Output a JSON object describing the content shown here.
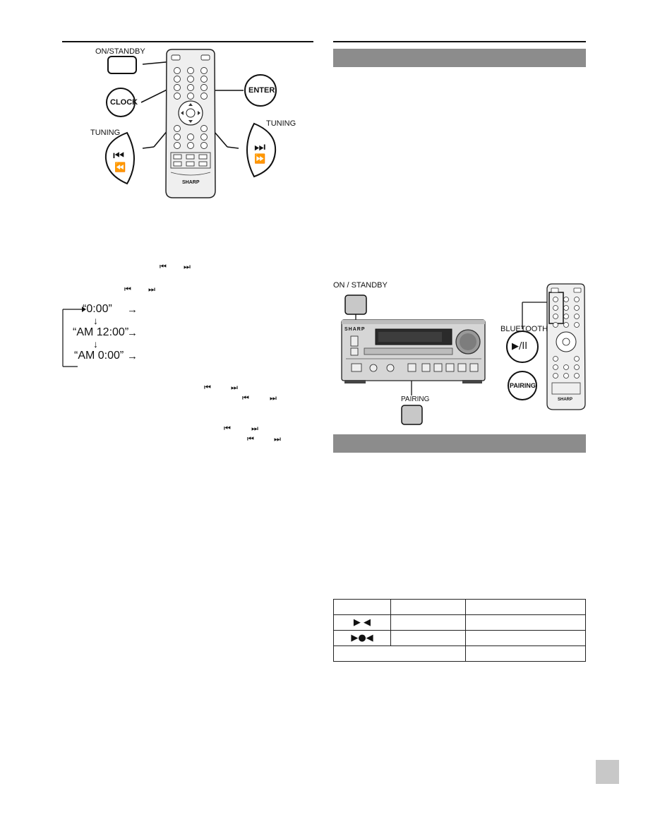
{
  "left_column": {
    "callouts": {
      "on_standby": "ON/STANDBY",
      "clock": "CLOCK",
      "enter": "ENTER",
      "tuning_left": "TUNING",
      "tuning_right": "TUNING"
    },
    "remote_brand": "SHARP",
    "glyphs": {
      "prev": "⏮",
      "next": "⏭",
      "rew": "⏪",
      "ff": "⏩"
    },
    "display_cycle": [
      "“0:00”",
      "“AM 12:00”",
      "“AM 0:00”"
    ]
  },
  "right_column": {
    "callouts": {
      "on_standby": "ON / STANDBY",
      "bluetooth": "BLUETOOTH",
      "pairing_remote": "PAIRING",
      "pairing_unit": "PAIRING",
      "play_pause": "▶/II"
    },
    "unit_brand": "SHARP",
    "remote_brand": "SHARP",
    "indicator_table": {
      "rows": [
        [
          "",
          "",
          ""
        ],
        [
          "▶ ◀",
          "",
          ""
        ],
        [
          "▶●◀",
          "",
          ""
        ],
        [
          "",
          ""
        ]
      ]
    }
  },
  "colors": {
    "section_bar": "#8c8c8c",
    "page_tab": "#c8c8c8",
    "button_fill": "#d0d0d0"
  }
}
